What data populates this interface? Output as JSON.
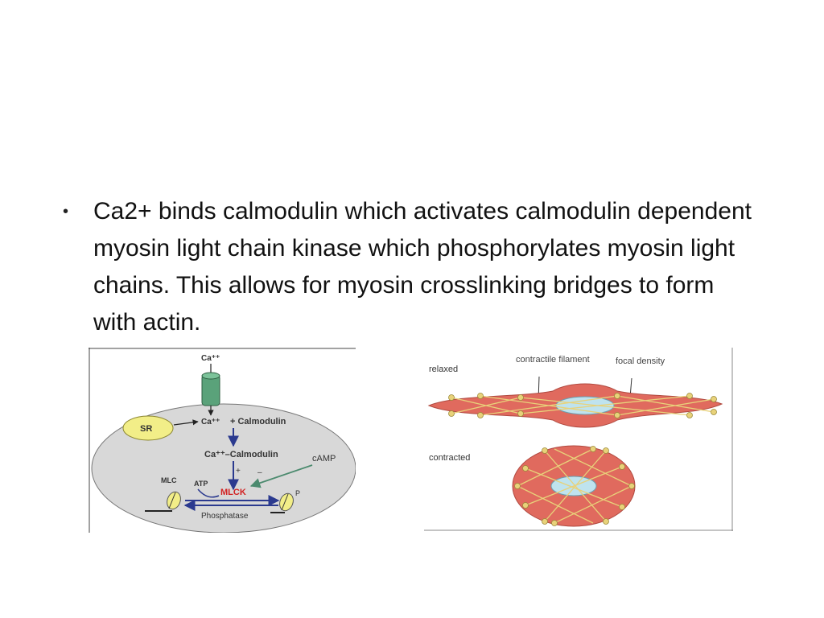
{
  "slide": {
    "bullet_glyph": "•",
    "bullet_text": "Ca2+ binds calmodulin which activates calmodulin dependent myosin light chain kinase which phosphorylates myosin light chains. This allows for myosin crosslinking bridges to form with actin."
  },
  "pathway_figure": {
    "ca_top": "Ca⁺⁺",
    "sr": "SR",
    "ca_mid": "Ca⁺⁺",
    "calmodulin": "+ Calmodulin",
    "complex": "Ca⁺⁺–Calmodulin",
    "camp": "cAMP",
    "plus": "+",
    "minus": "–",
    "mlc": "MLC",
    "atp": "ATP",
    "mlck": "MLCK",
    "phosphatase": "Phosphatase",
    "p": "P",
    "colors": {
      "cell": "#d8d8d8",
      "channel": "#5aa27a",
      "sr": "#f2ee88",
      "arrow": "#2b3a8f",
      "mlck": "#d22222",
      "camp_arrow": "#4b8a6e"
    }
  },
  "smooth_muscle_figure": {
    "relaxed": "relaxed",
    "contractile_filament": "contractile filament",
    "focal_density": "focal density",
    "contracted": "contracted",
    "colors": {
      "cell": "#e06a5e",
      "nucleus": "#bfe3ee",
      "filament": "#e8d27a"
    }
  }
}
